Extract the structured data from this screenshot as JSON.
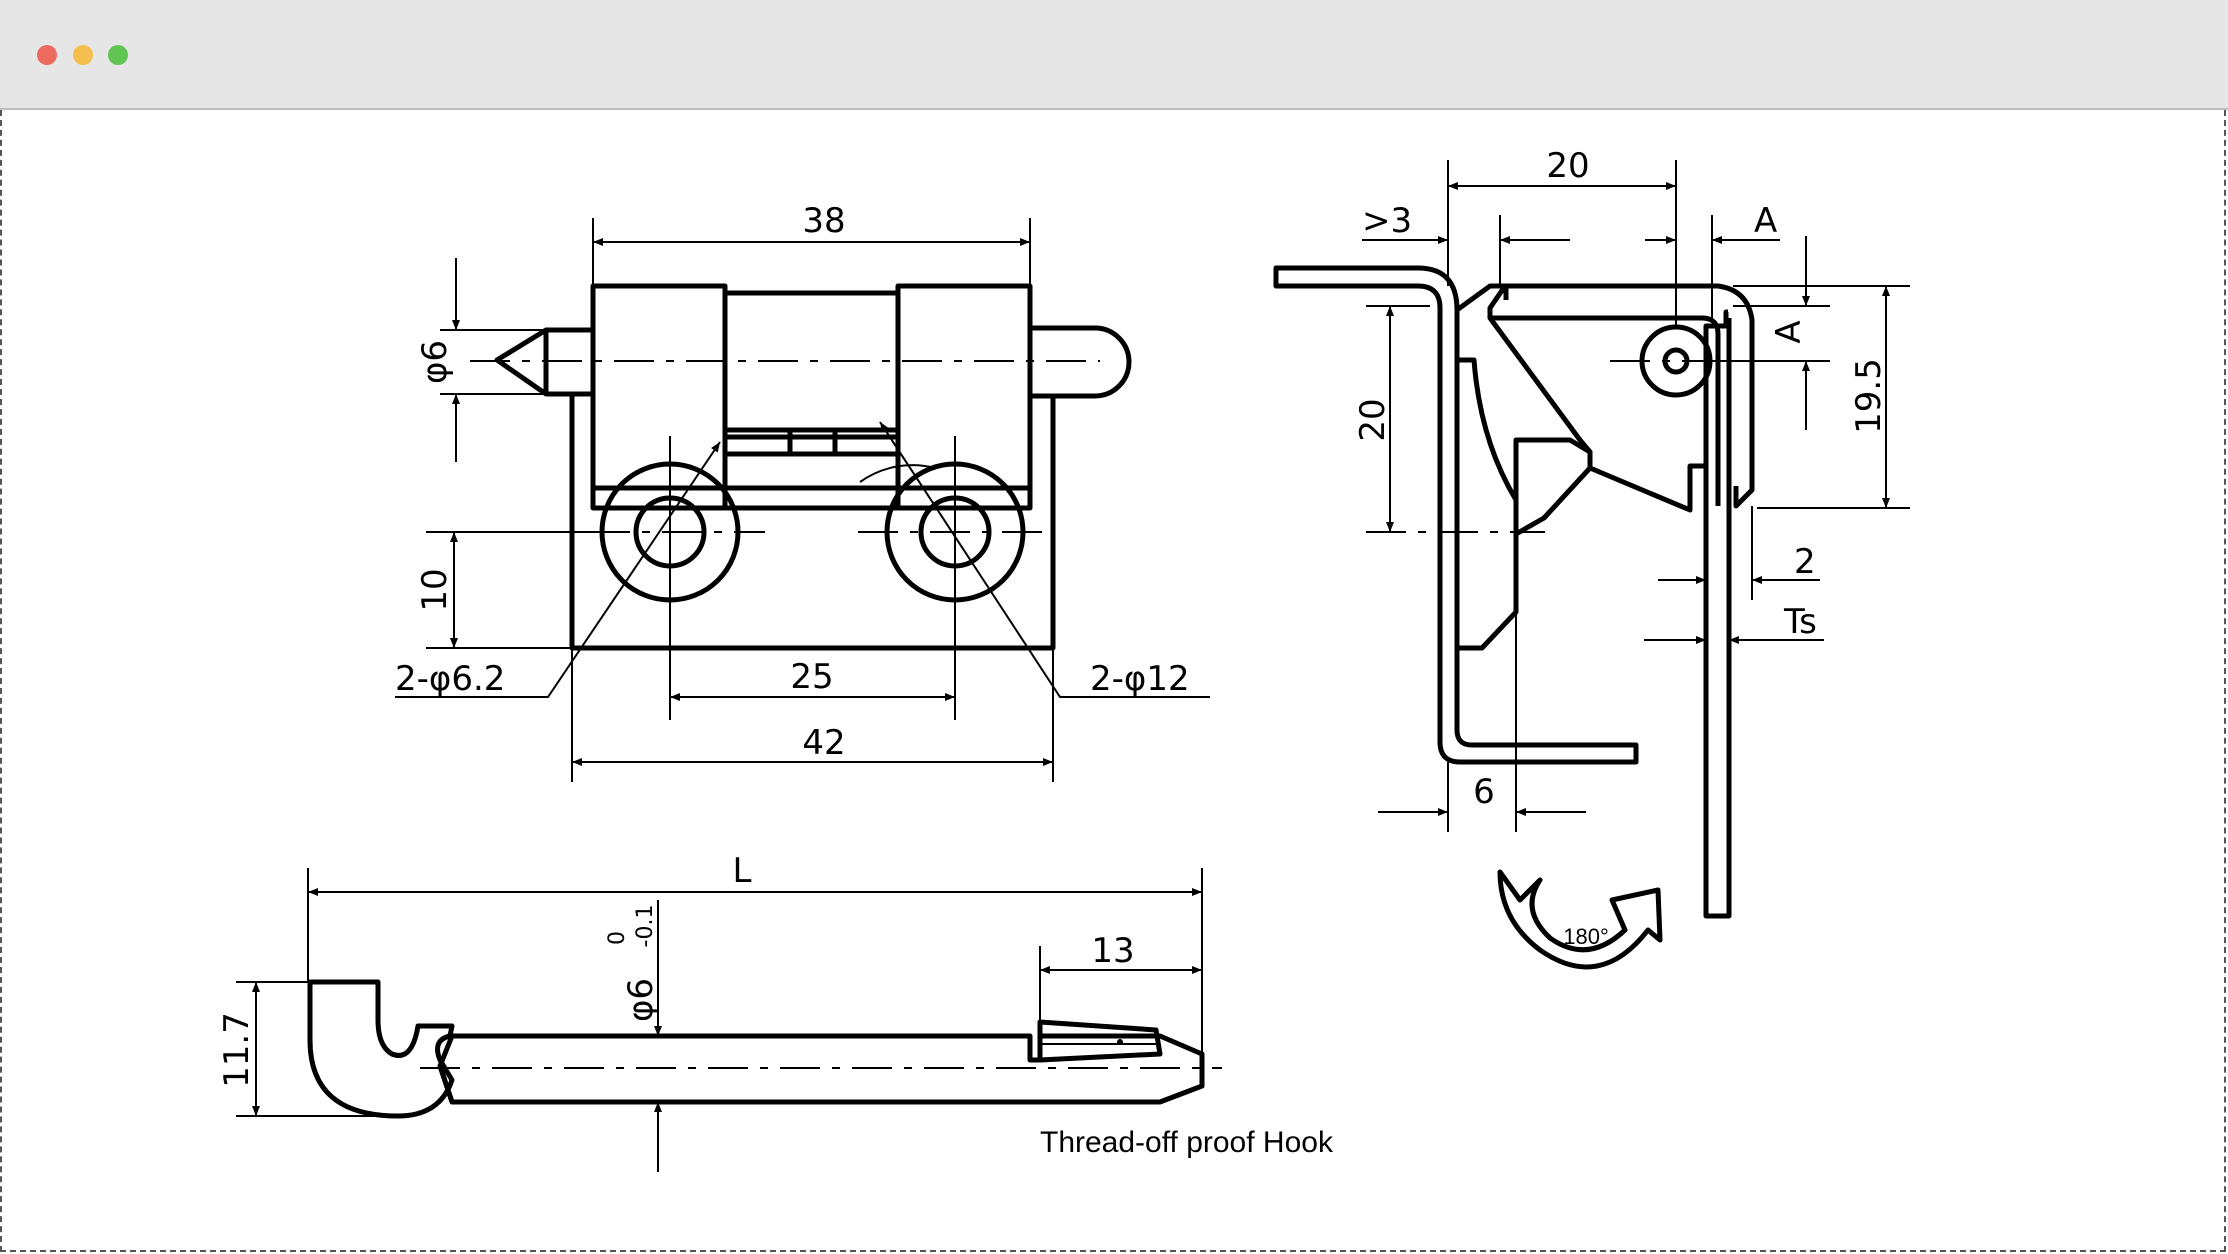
{
  "window": {
    "controls": [
      "close",
      "minimize",
      "maximize"
    ]
  },
  "front_view": {
    "dims": {
      "top_width": "38",
      "pin_diameter": "φ6",
      "hole_height": "10",
      "holes_small": "2-φ6.2",
      "holes_large": "2-φ12",
      "hole_spacing": "25",
      "base_width": "42"
    }
  },
  "side_view": {
    "dims": {
      "top_span": "20",
      "clearance": ">3",
      "a_top": "A",
      "a_side": "A",
      "height_left": "20",
      "height_right": "19.5",
      "gap": "2",
      "thickness": "Ts",
      "offset": "6"
    },
    "rotation_label": "180°"
  },
  "hook_view": {
    "dims": {
      "length": "L",
      "tip_length": "13",
      "height": "11.7",
      "diameter": "φ6",
      "tol_upper": "0",
      "tol_lower": "-0.1"
    },
    "caption": "Thread-off proof Hook"
  }
}
